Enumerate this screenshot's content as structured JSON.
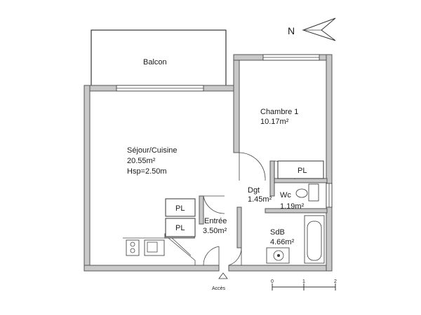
{
  "rooms": {
    "balcon": {
      "name": "Balcon"
    },
    "chambre": {
      "name": "Chambre 1",
      "area": "10.17m²"
    },
    "sejour": {
      "name": "Séjour/Cuisine",
      "area": "20.55m²",
      "height": "Hsp=2.50m"
    },
    "dgt": {
      "name": "Dgt",
      "area": "1.45m²"
    },
    "wc": {
      "name": "Wc",
      "area": "1.19m²"
    },
    "entree": {
      "name": "Entrée",
      "area": "3.50m²"
    },
    "sdb": {
      "name": "SdB",
      "area": "4.66m²"
    }
  },
  "closets": {
    "pl1": "PL",
    "pl2": "PL",
    "pl3": "PL"
  },
  "compass": {
    "label": "N"
  },
  "access": {
    "label": "Accès"
  },
  "scale": {
    "ticks": [
      "0",
      "1",
      "2"
    ]
  }
}
